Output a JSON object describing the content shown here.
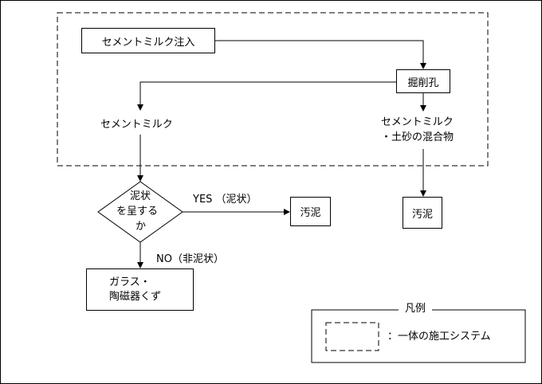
{
  "nodes": {
    "cement_milk_injection": "セメントミルク注入",
    "excavation_hole": "掘削孔",
    "cement_milk": "セメントミルク",
    "mixture_line1": "セメントミルク",
    "mixture_line2": "・土砂の混合物",
    "decision_line1": "泥状",
    "decision_line2": "を呈する",
    "decision_line3": "か",
    "sludge_yes": "汚泥",
    "sludge_right": "汚泥",
    "glass_line1": "ガラス・",
    "glass_line2": "陶磁器くず"
  },
  "edges": {
    "yes_label": "YES （泥状）",
    "no_label": "NO（非泥状）"
  },
  "legend": {
    "title": "凡例",
    "description": "：一体の施工システム"
  }
}
